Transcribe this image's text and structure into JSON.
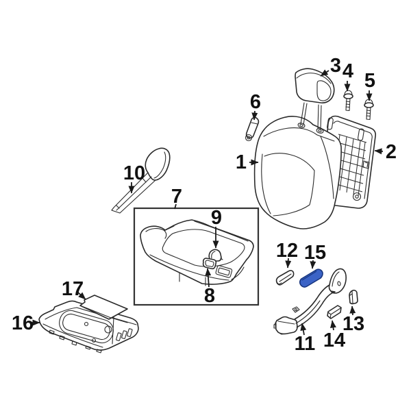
{
  "diagram": {
    "background_color": "#ffffff",
    "line_color": "#2a2a2a",
    "label_color": "#111111",
    "highlight_fill": "#3b63c6",
    "highlight_stroke": "#17357e",
    "highlighted_callout": "15"
  },
  "callouts": [
    {
      "label": "1"
    },
    {
      "label": "2"
    },
    {
      "label": "3"
    },
    {
      "label": "4"
    },
    {
      "label": "5"
    },
    {
      "label": "6"
    },
    {
      "label": "7"
    },
    {
      "label": "8"
    },
    {
      "label": "9"
    },
    {
      "label": "10"
    },
    {
      "label": "11"
    },
    {
      "label": "12"
    },
    {
      "label": "13"
    },
    {
      "label": "14"
    },
    {
      "label": "15"
    },
    {
      "label": "16"
    },
    {
      "label": "17"
    }
  ]
}
